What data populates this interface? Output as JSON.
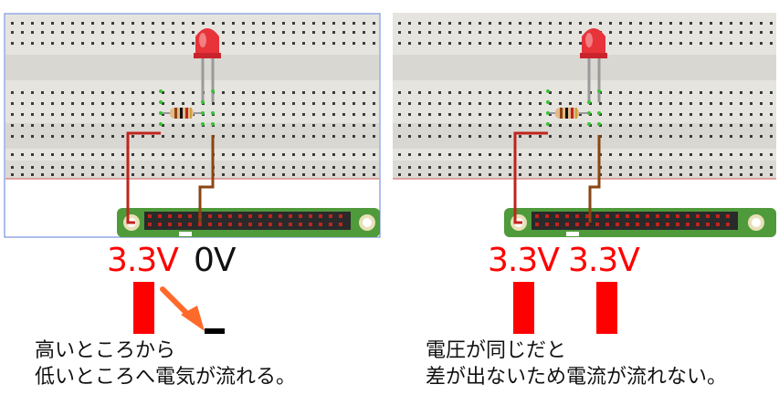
{
  "left": {
    "label_left": "3.3V",
    "label_right": "0V",
    "caption_line1": "高いところから",
    "caption_line2": "低いところへ電気が流れる。"
  },
  "right": {
    "label_left": "3.3V",
    "label_right": "3.3V",
    "caption_line1": "電圧が同じだと",
    "caption_line2": "差が出ないため電流が流れない。"
  },
  "colors": {
    "voltage": "#ff0000",
    "arrow": "#ff6a2a",
    "wire_red": "#c0241d",
    "wire_brown": "#8b4513",
    "pcb_green": "#4f9a3a",
    "breadboard": "#e6e4df"
  },
  "icons": [
    "led-icon",
    "resistor-icon",
    "flow-arrow-icon"
  ]
}
